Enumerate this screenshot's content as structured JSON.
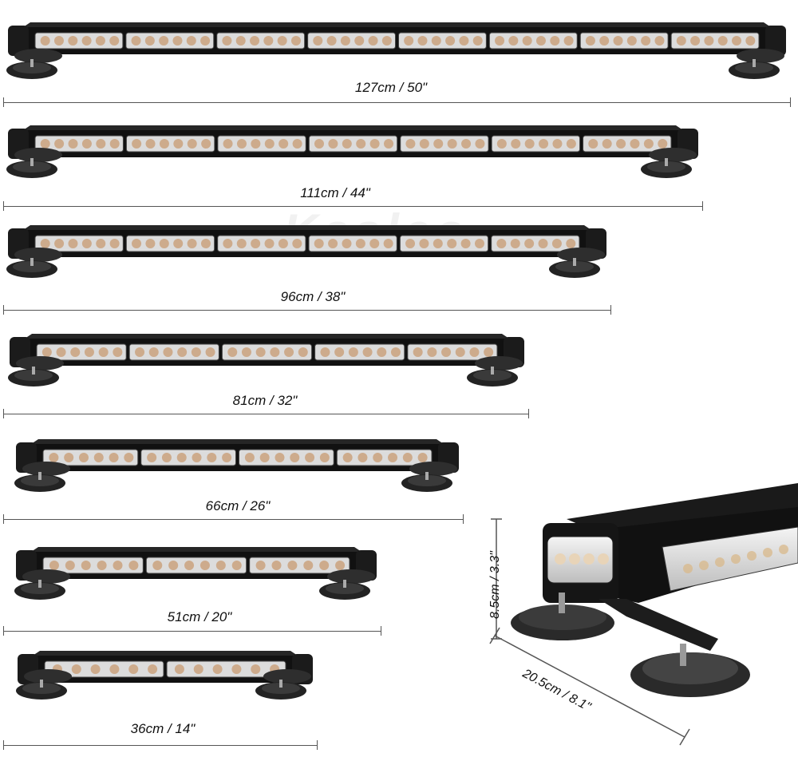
{
  "watermark": "Kaslco",
  "bars": [
    {
      "name": "bar-127cm",
      "label": "127cm / 50\"",
      "modules": 8
    },
    {
      "name": "bar-111cm",
      "label": "111cm / 44\"",
      "modules": 7
    },
    {
      "name": "bar-96cm",
      "label": "96cm / 38\"",
      "modules": 6
    },
    {
      "name": "bar-81cm",
      "label": "81cm / 32\"",
      "modules": 5
    },
    {
      "name": "bar-66cm",
      "label": "66cm / 26\"",
      "modules": 4
    },
    {
      "name": "bar-51cm",
      "label": "51cm / 20\"",
      "modules": 3
    },
    {
      "name": "bar-36cm",
      "label": "36cm / 14\"",
      "modules": 2
    }
  ],
  "detail": {
    "height_label": "8.5cm / 3.3\"",
    "depth_label": "20.5cm / 8.1\""
  }
}
